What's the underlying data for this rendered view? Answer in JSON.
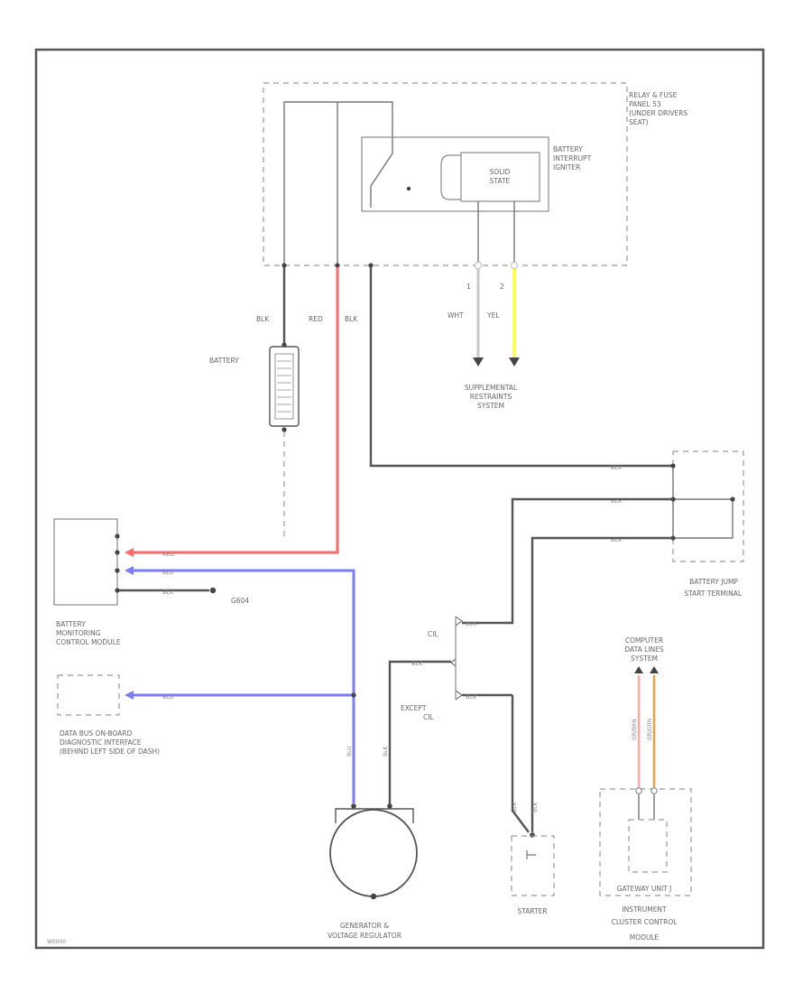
{
  "diagram": {
    "relay_box": [
      "RELAY & FUSE",
      "PANEL 53",
      "(UNDER DRIVERS",
      "SEAT)"
    ],
    "battery_interrupt": [
      "BATTERY",
      "INTERRUPT",
      "IGNITER"
    ],
    "solid_state": [
      "SOLID",
      "STATE"
    ],
    "pin_1": "1",
    "pin_2": "2",
    "wire_wht": "WHT",
    "wire_yel": "YEL",
    "wire_blk_left": "BLK",
    "wire_red": "RED",
    "wire_blk_mid": "BLK",
    "battery": "BATTERY",
    "srs": [
      "SUPPLEMENTAL",
      "RESTRAINTS",
      "SYSTEM"
    ],
    "bmcm": [
      "BATTERY",
      "MONITORING",
      "CONTROL MODULE"
    ],
    "ground": "G604",
    "data_bus": [
      "DATA BUS ON-BOARD",
      "DIAGNOSTIC INTERFACE",
      "(BEHIND LEFT SIDE OF DASH)"
    ],
    "jump_start": [
      "BATTERY JUMP",
      "START TERMINAL"
    ],
    "cil": "CIL",
    "except_cil": [
      "EXCEPT",
      "CIL"
    ],
    "computer_data": [
      "COMPUTER",
      "DATA LINES",
      "SYSTEM"
    ],
    "gateway": "GATEWAY UNIT J",
    "generator": [
      "GENERATOR &",
      "VOLTAGE REGULATOR"
    ],
    "starter": "STARTER",
    "icm": [
      "INSTRUMENT",
      "CLUSTER CONTROL",
      "MODULE"
    ],
    "ref_code": "W0000",
    "wire_labels": {
      "red_bm": "RED",
      "blu_bm": "BLU",
      "blk_bm": "BLK",
      "blu_db": "BLU",
      "blk_j1": "BLK",
      "blk_j2": "BLK",
      "blk_j3": "BLK",
      "blk_cil": "BLK",
      "blk_gen": "BLK",
      "blk_except": "BLK",
      "blu_gen_v": "BLU",
      "blk_gen_v": "BLK",
      "blk_st1": "BLK",
      "blk_st2": "BLK",
      "org_brn": "OR/BRN",
      "org_grn": "OR/GRN"
    }
  },
  "colors": {
    "red_wire": "#ff6b6b",
    "blue_wire": "#7b7bff",
    "yellow_wire": "#ffff44",
    "white_wire": "#c8c8c8",
    "pink_wire": "#ffaaaa",
    "orange_wire": "#e8a040",
    "black_wire": "#555555"
  }
}
